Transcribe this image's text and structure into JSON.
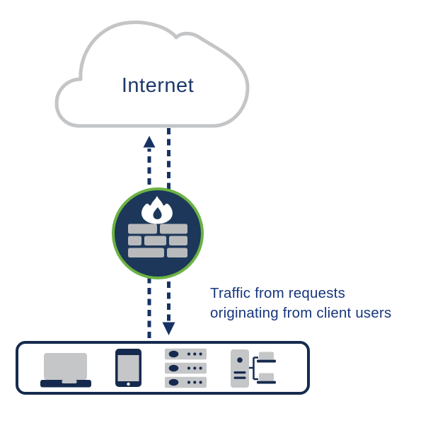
{
  "colors": {
    "cloud_gray": "#c3c5c7",
    "device_gray": "#c5c6c8",
    "brick_gray": "#b8babc",
    "navy": "#152a4e",
    "circle_navy": "#1c3759",
    "arrow_navy": "#163264",
    "green": "#6cb244",
    "internet_text": "#1d3a6b",
    "annotation_text": "#16367d"
  },
  "cloud": {
    "label": "Internet"
  },
  "annotation": {
    "lines": [
      "Traffic from requests",
      "originating from client users"
    ]
  },
  "icons": {
    "cloud": "internet-cloud-icon",
    "firewall": "firewall-icon",
    "devices": [
      "laptop-icon",
      "smartphone-icon",
      "server-stack-icon",
      "workstation-network-icon"
    ]
  }
}
